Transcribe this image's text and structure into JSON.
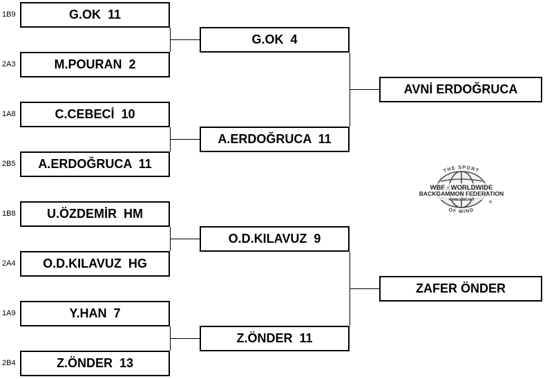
{
  "bracket": {
    "round1": [
      {
        "seed": "1B9",
        "label": "G.OK  11"
      },
      {
        "seed": "2A3",
        "label": "M.POURAN  2"
      },
      {
        "seed": "1A8",
        "label": "C.CEBECİ  10"
      },
      {
        "seed": "2B5",
        "label": "A.ERDOĞRUCA  11"
      },
      {
        "seed": "1B8",
        "label": "U.ÖZDEMİR  HM"
      },
      {
        "seed": "2A4",
        "label": "O.D.KILAVUZ  HG"
      },
      {
        "seed": "1A9",
        "label": "Y.HAN  7"
      },
      {
        "seed": "2B4",
        "label": "Z.ÖNDER  13"
      }
    ],
    "round2": [
      {
        "label": "G.OK  4"
      },
      {
        "label": "A.ERDOĞRUCA  11"
      },
      {
        "label": "O.D.KILAVUZ  9"
      },
      {
        "label": "Z.ÖNDER  11"
      }
    ],
    "round3": [
      {
        "label": "AVNİ ERDOĞRUCA"
      },
      {
        "label": "ZAFER ÖNDER"
      }
    ]
  },
  "logo": {
    "arc_top": "THE SPORT",
    "line1": "WBF - WORLDWIDE",
    "line2": "BACKGAMMON FEDERATION",
    "url": "www.wbf.net",
    "arc_bottom": "OF MIND",
    "mark": "®"
  }
}
